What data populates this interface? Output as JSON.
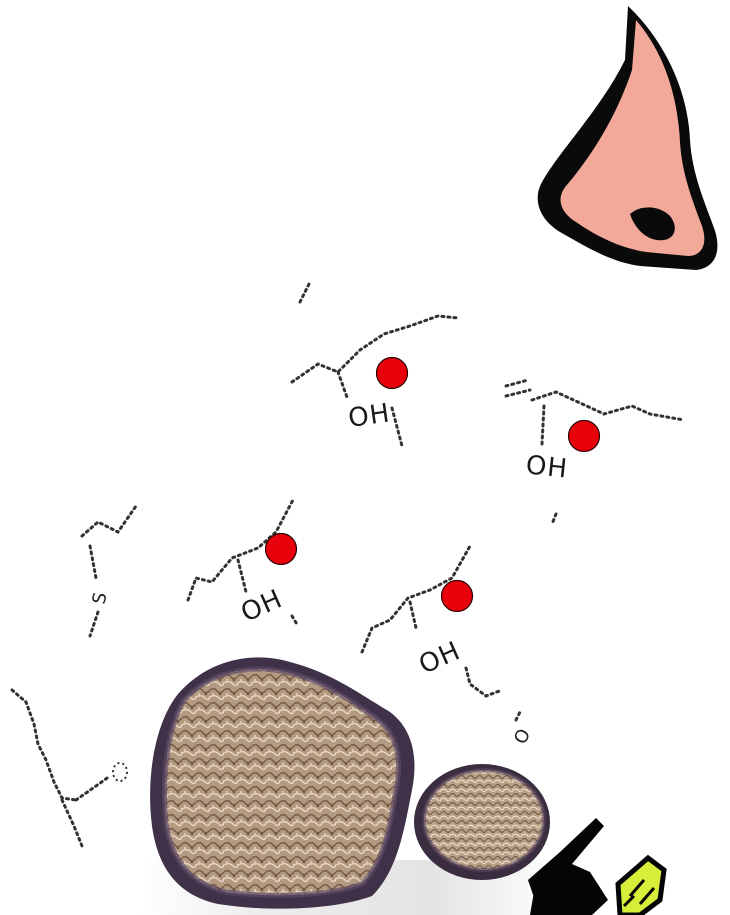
{
  "molecules": [
    {
      "label": "OH",
      "marker_color": "#e8000b"
    },
    {
      "label": "OH",
      "marker_color": "#e8000b"
    },
    {
      "label": "OH",
      "marker_color": "#e8000b"
    },
    {
      "label": "OH",
      "marker_color": "#e8000b"
    }
  ],
  "atoms": {
    "sulfur": "S",
    "oxygen": "O"
  },
  "colors": {
    "skin": "#f2a99a",
    "outline": "#0a0a0a",
    "truffle_rind": "#4a3b55",
    "truffle_flesh": "#b39a80",
    "marker": "#e8000b",
    "dog_tag": "#d8ef3a"
  },
  "icons": [
    "nose-icon",
    "truffle-large",
    "truffle-small",
    "dog-icon"
  ]
}
